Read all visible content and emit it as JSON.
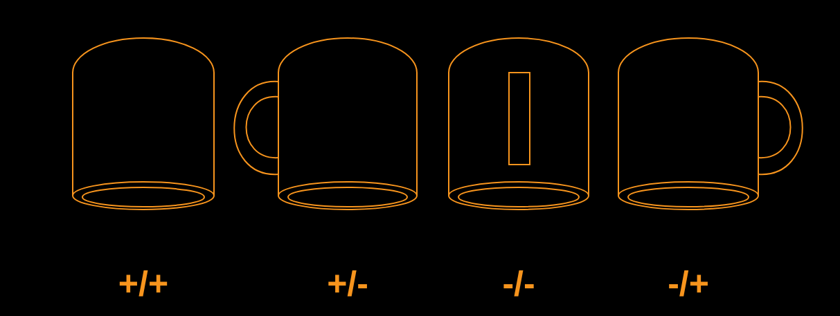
{
  "diagram": {
    "labels": [
      "+/+",
      "+/-",
      "-/-",
      "-/+"
    ]
  }
}
